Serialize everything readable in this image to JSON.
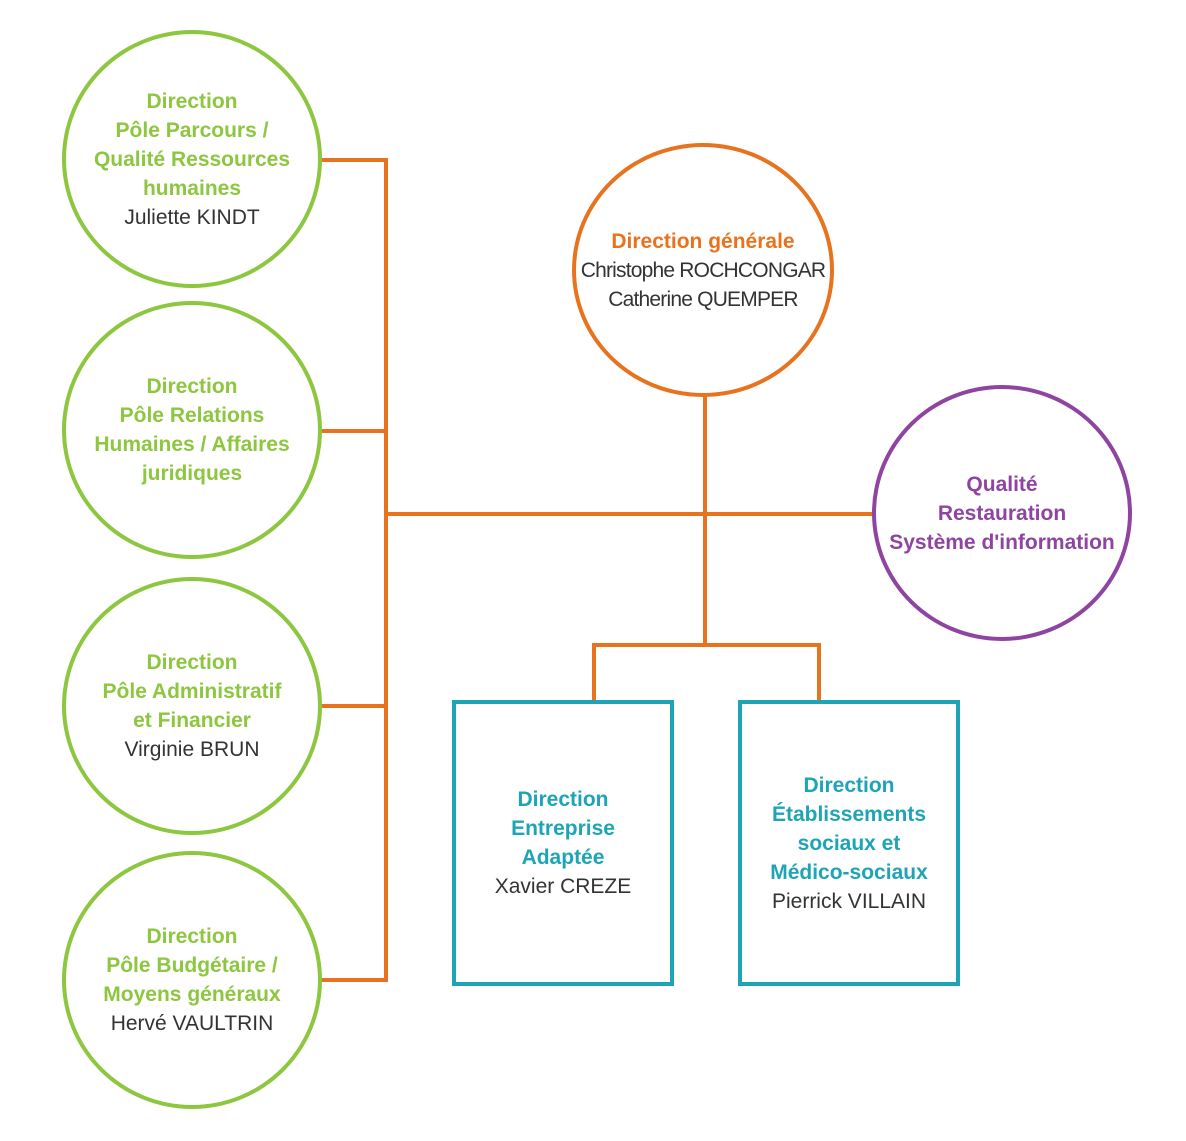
{
  "colors": {
    "connector": "#E8731E",
    "green": "#8DC63F",
    "orange": "#E8731E",
    "purple": "#8E44A0",
    "teal": "#1EA5B5",
    "name_text": "#333333"
  },
  "direction_generale": {
    "title": "Direction générale",
    "names": [
      "Christophe ROCHCONGAR",
      "Catherine QUEMPER"
    ]
  },
  "qualite": {
    "lines": [
      "Qualité",
      "Restauration",
      "Système d'information"
    ]
  },
  "pole_parcours": {
    "lines": [
      "Direction",
      "Pôle Parcours /",
      "Qualité Ressources",
      "humaines"
    ],
    "name": "Juliette KINDT"
  },
  "pole_relations": {
    "lines": [
      "Direction",
      "Pôle Relations",
      "Humaines / Affaires",
      "juridiques"
    ]
  },
  "pole_administratif": {
    "lines": [
      "Direction",
      "Pôle Administratif",
      "et Financier"
    ],
    "name": "Virginie BRUN"
  },
  "pole_budgetaire": {
    "lines": [
      "Direction",
      "Pôle Budgétaire /",
      "Moyens généraux"
    ],
    "name": "Hervé VAULTRIN"
  },
  "entreprise_adaptee": {
    "lines": [
      "Direction",
      "Entreprise",
      "Adaptée"
    ],
    "name": "Xavier CREZE"
  },
  "etablissements": {
    "lines": [
      "Direction",
      "Établissements",
      "sociaux et",
      "Médico-sociaux"
    ],
    "name": "Pierrick VILLAIN"
  }
}
